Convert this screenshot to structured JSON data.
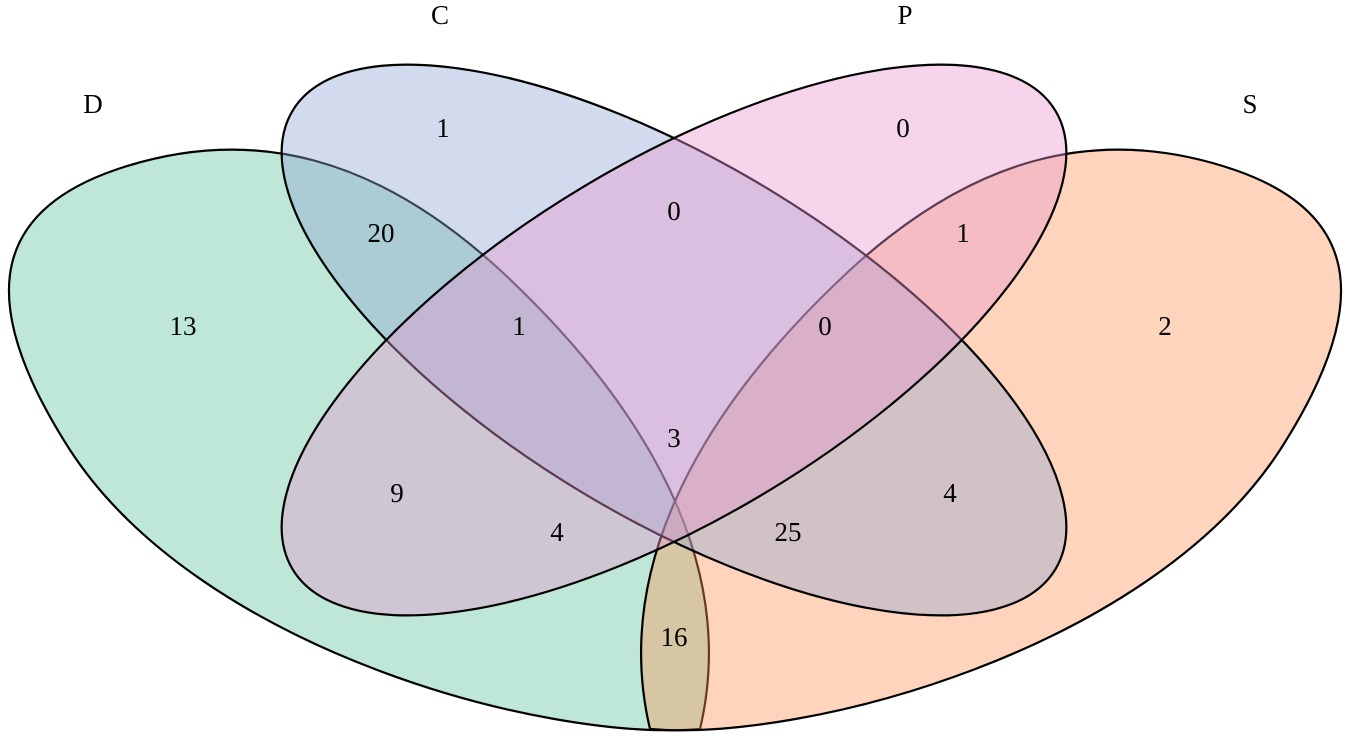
{
  "diagram": {
    "type": "venn-4-set",
    "sets": [
      {
        "id": "D",
        "label": "D",
        "color": "#5cc29a"
      },
      {
        "id": "C",
        "label": "C",
        "color": "#8fa5d2"
      },
      {
        "id": "P",
        "label": "P",
        "color": "#e995cf"
      },
      {
        "id": "S",
        "label": "S",
        "color": "#fc9758"
      }
    ],
    "regions": [
      {
        "sets": [
          "C"
        ],
        "count": "1"
      },
      {
        "sets": [
          "P"
        ],
        "count": "0"
      },
      {
        "sets": [
          "D",
          "C"
        ],
        "count": "20"
      },
      {
        "sets": [
          "C",
          "P"
        ],
        "count": "0"
      },
      {
        "sets": [
          "P",
          "S"
        ],
        "count": "1"
      },
      {
        "sets": [
          "D"
        ],
        "count": "13"
      },
      {
        "sets": [
          "D",
          "C",
          "P"
        ],
        "count": "1"
      },
      {
        "sets": [
          "C",
          "P",
          "S"
        ],
        "count": "0"
      },
      {
        "sets": [
          "S"
        ],
        "count": "2"
      },
      {
        "sets": [
          "D",
          "C",
          "P",
          "S"
        ],
        "count": "3"
      },
      {
        "sets": [
          "D",
          "P"
        ],
        "count": "9"
      },
      {
        "sets": [
          "C",
          "S"
        ],
        "count": "4"
      },
      {
        "sets": [
          "D",
          "P",
          "S"
        ],
        "count": "4"
      },
      {
        "sets": [
          "D",
          "C",
          "S"
        ],
        "count": "25"
      },
      {
        "sets": [
          "D",
          "S"
        ],
        "count": "16"
      }
    ]
  }
}
